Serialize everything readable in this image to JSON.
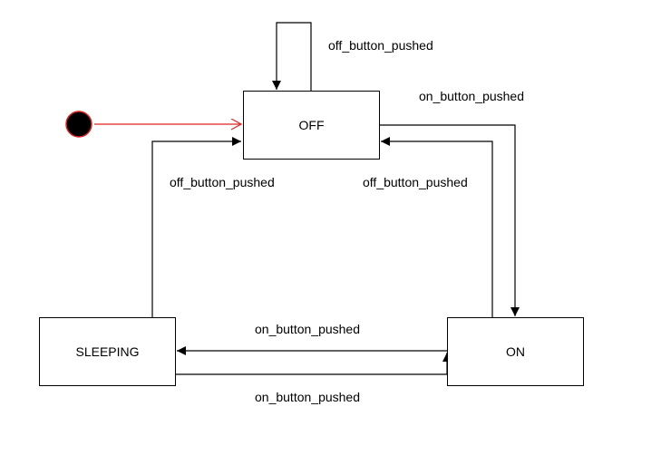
{
  "states": {
    "off": "OFF",
    "on": "ON",
    "sleeping": "SLEEPING"
  },
  "transitions": {
    "off_self": "off_button_pushed",
    "off_to_on": "on_button_pushed",
    "on_to_off": "off_button_pushed",
    "sleeping_to_off": "off_button_pushed",
    "on_to_sleeping": "on_button_pushed",
    "sleeping_to_on": "on_button_pushed"
  },
  "colors": {
    "initial_arrow": "#e02020",
    "initial_node_fill": "#000000",
    "initial_node_stroke": "#e02020",
    "line": "#000000"
  }
}
